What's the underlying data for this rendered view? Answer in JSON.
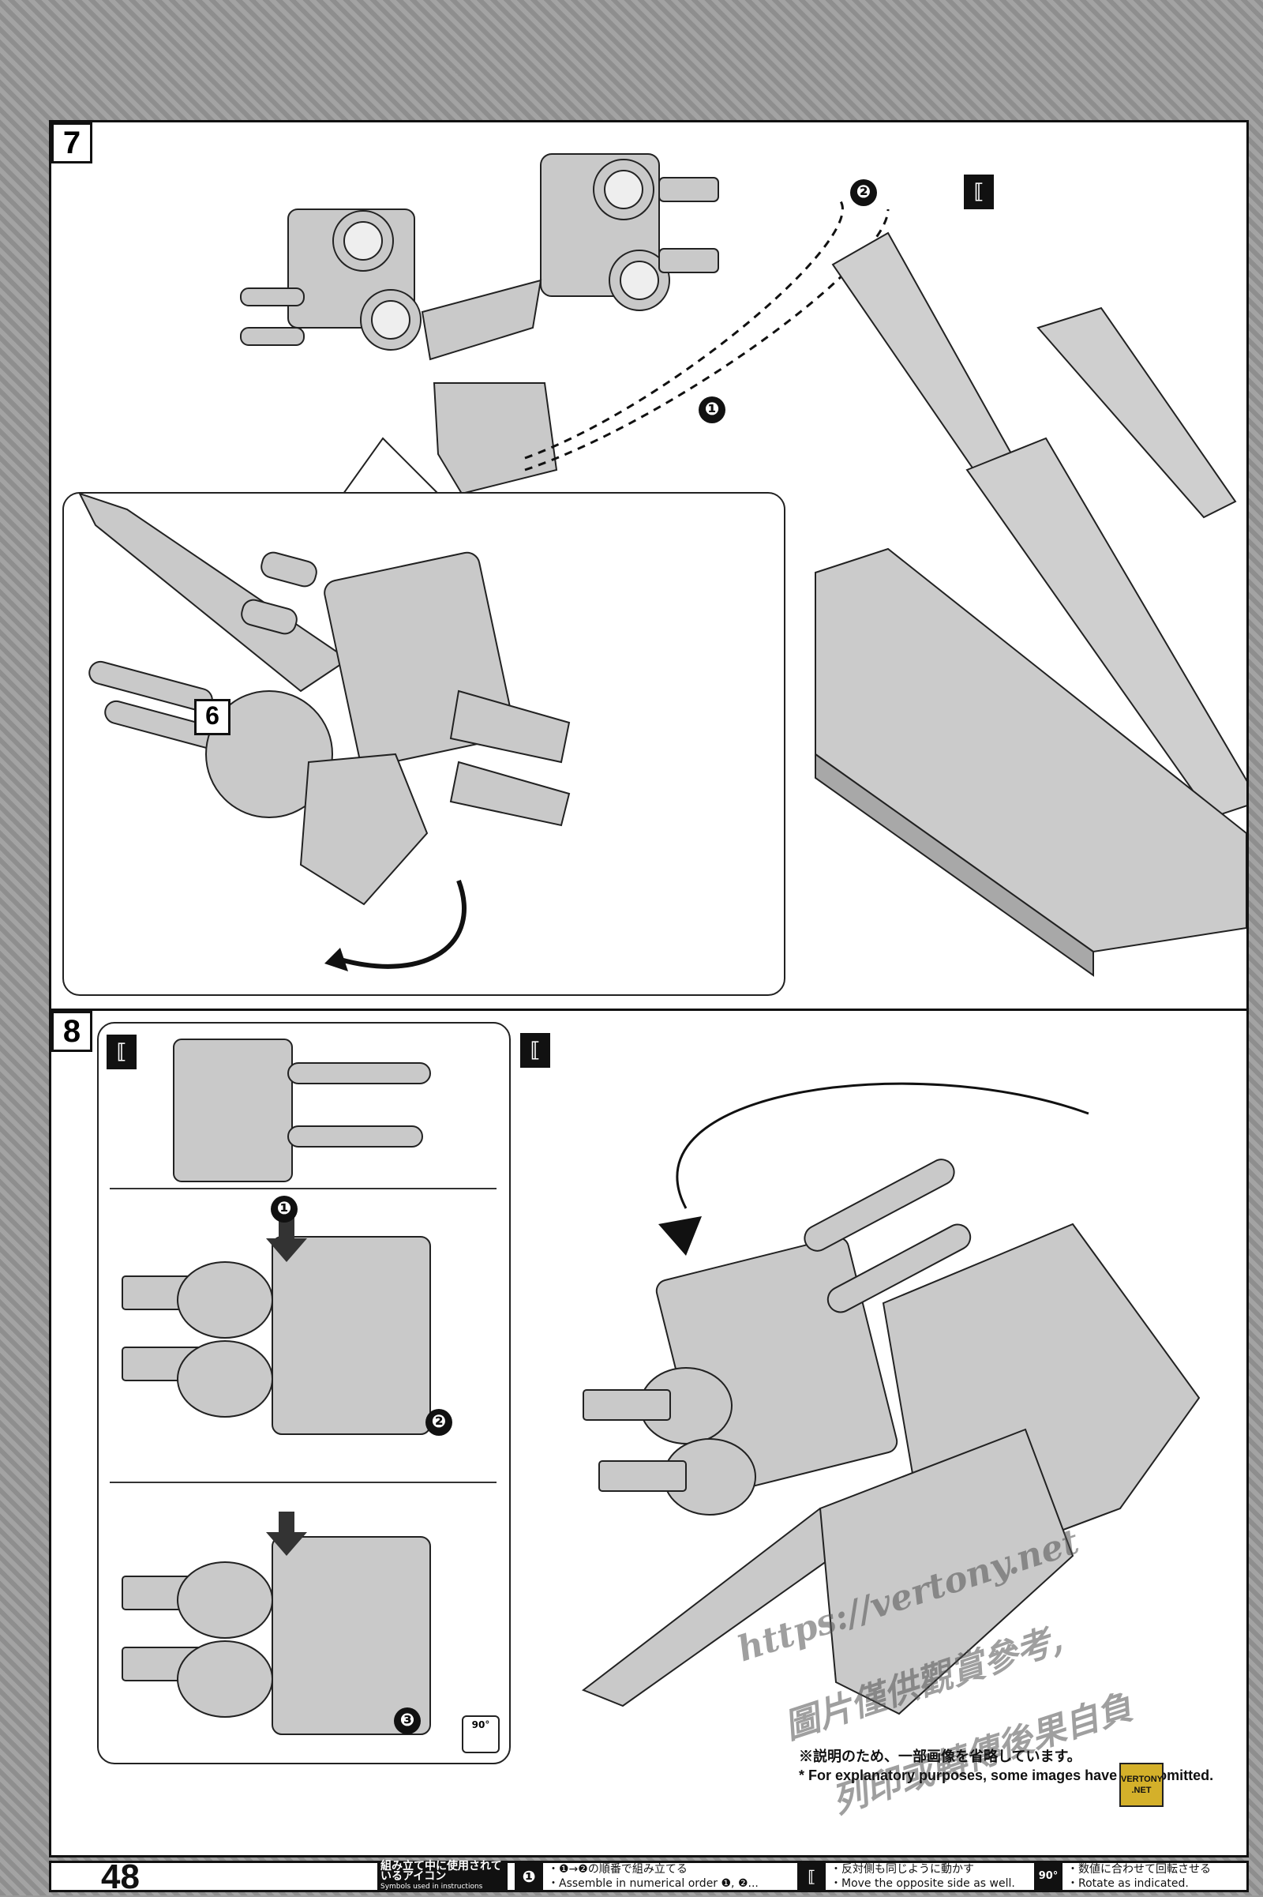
{
  "page_number": "48",
  "steps": [
    {
      "number": "7",
      "ref_label": "6",
      "badges": [
        "❶",
        "❷"
      ]
    },
    {
      "number": "8",
      "badges": [
        "❶",
        "❷",
        "❸"
      ],
      "rotate_label": "90°"
    }
  ],
  "note": {
    "jp": "※説明のため、一部画像を省略しています。",
    "en": "* For explanatory purposes, some images have been omitted."
  },
  "legend": {
    "title_jp": "組み立て中に使用されているアイコン",
    "title_en": "Symbols used in instructions",
    "items": [
      {
        "icon": "❶",
        "jp": "・❶→❷の順番で組み立てる",
        "en": "・Assemble in numerical order ❶, ❷..."
      },
      {
        "icon": "⟦",
        "jp": "・反対側も同じように動かす",
        "en": "・Move the opposite side as well."
      },
      {
        "icon": "90°",
        "jp": "・数値に合わせて回転させる",
        "en": "・Rotate as indicated."
      }
    ]
  },
  "logo": {
    "line1": "VERTONY",
    "line2": ".NET"
  },
  "watermark": {
    "url": "https://vertony.net",
    "line1": "圖片僅供觀賞參考,",
    "line2": "列印或轉傳後果自負"
  }
}
